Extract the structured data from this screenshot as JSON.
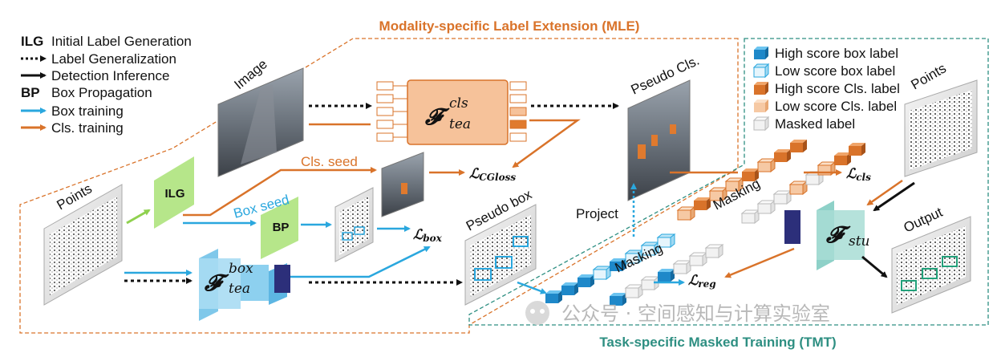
{
  "regions": {
    "mle_title": "Modality-specific Label Extension (MLE)",
    "tmt_title": "Task-specific Masked Training (TMT)"
  },
  "legend": {
    "ilg_key": "ILG",
    "ilg_text": "Initial Label Generation",
    "label_generalization": "Label Generalization",
    "detection_inference": "Detection Inference",
    "bp_key": "BP",
    "bp_text": "Box Propagation",
    "box_training": "Box training",
    "cls_training": "Cls. training"
  },
  "right_legend": {
    "high_box": "High score box label",
    "low_box": "Low score box label",
    "high_cls": "High score Cls. label",
    "low_cls": "Low score Cls. label",
    "masked": "Masked label"
  },
  "labels": {
    "image": "Image",
    "points_left": "Points",
    "points_right": "Points",
    "pseudo_cls": "Pseudo Cls.",
    "pseudo_box": "Pseudo box",
    "output": "Output",
    "cls_seed": "Cls. seed",
    "box_seed": "Box seed",
    "project": "Project",
    "masking_1": "Masking",
    "masking_2": "Masking",
    "ilg_box": "ILG",
    "bp_box": "BP"
  },
  "losses": {
    "cgloss": "CGloss",
    "box": "box",
    "cls": "cls",
    "reg": "reg"
  },
  "networks": {
    "cls_sup": "cls",
    "cls_sub": "tea",
    "box_sup": "box",
    "box_sub": "tea",
    "stu_sub": "stu"
  },
  "watermark": "公众号 · 空间感知与计算实验室",
  "colors": {
    "orange": "#d9732a",
    "blue": "#2aa7de",
    "teal": "#2e8f82",
    "green": "#8fd14f",
    "black": "#111111"
  }
}
